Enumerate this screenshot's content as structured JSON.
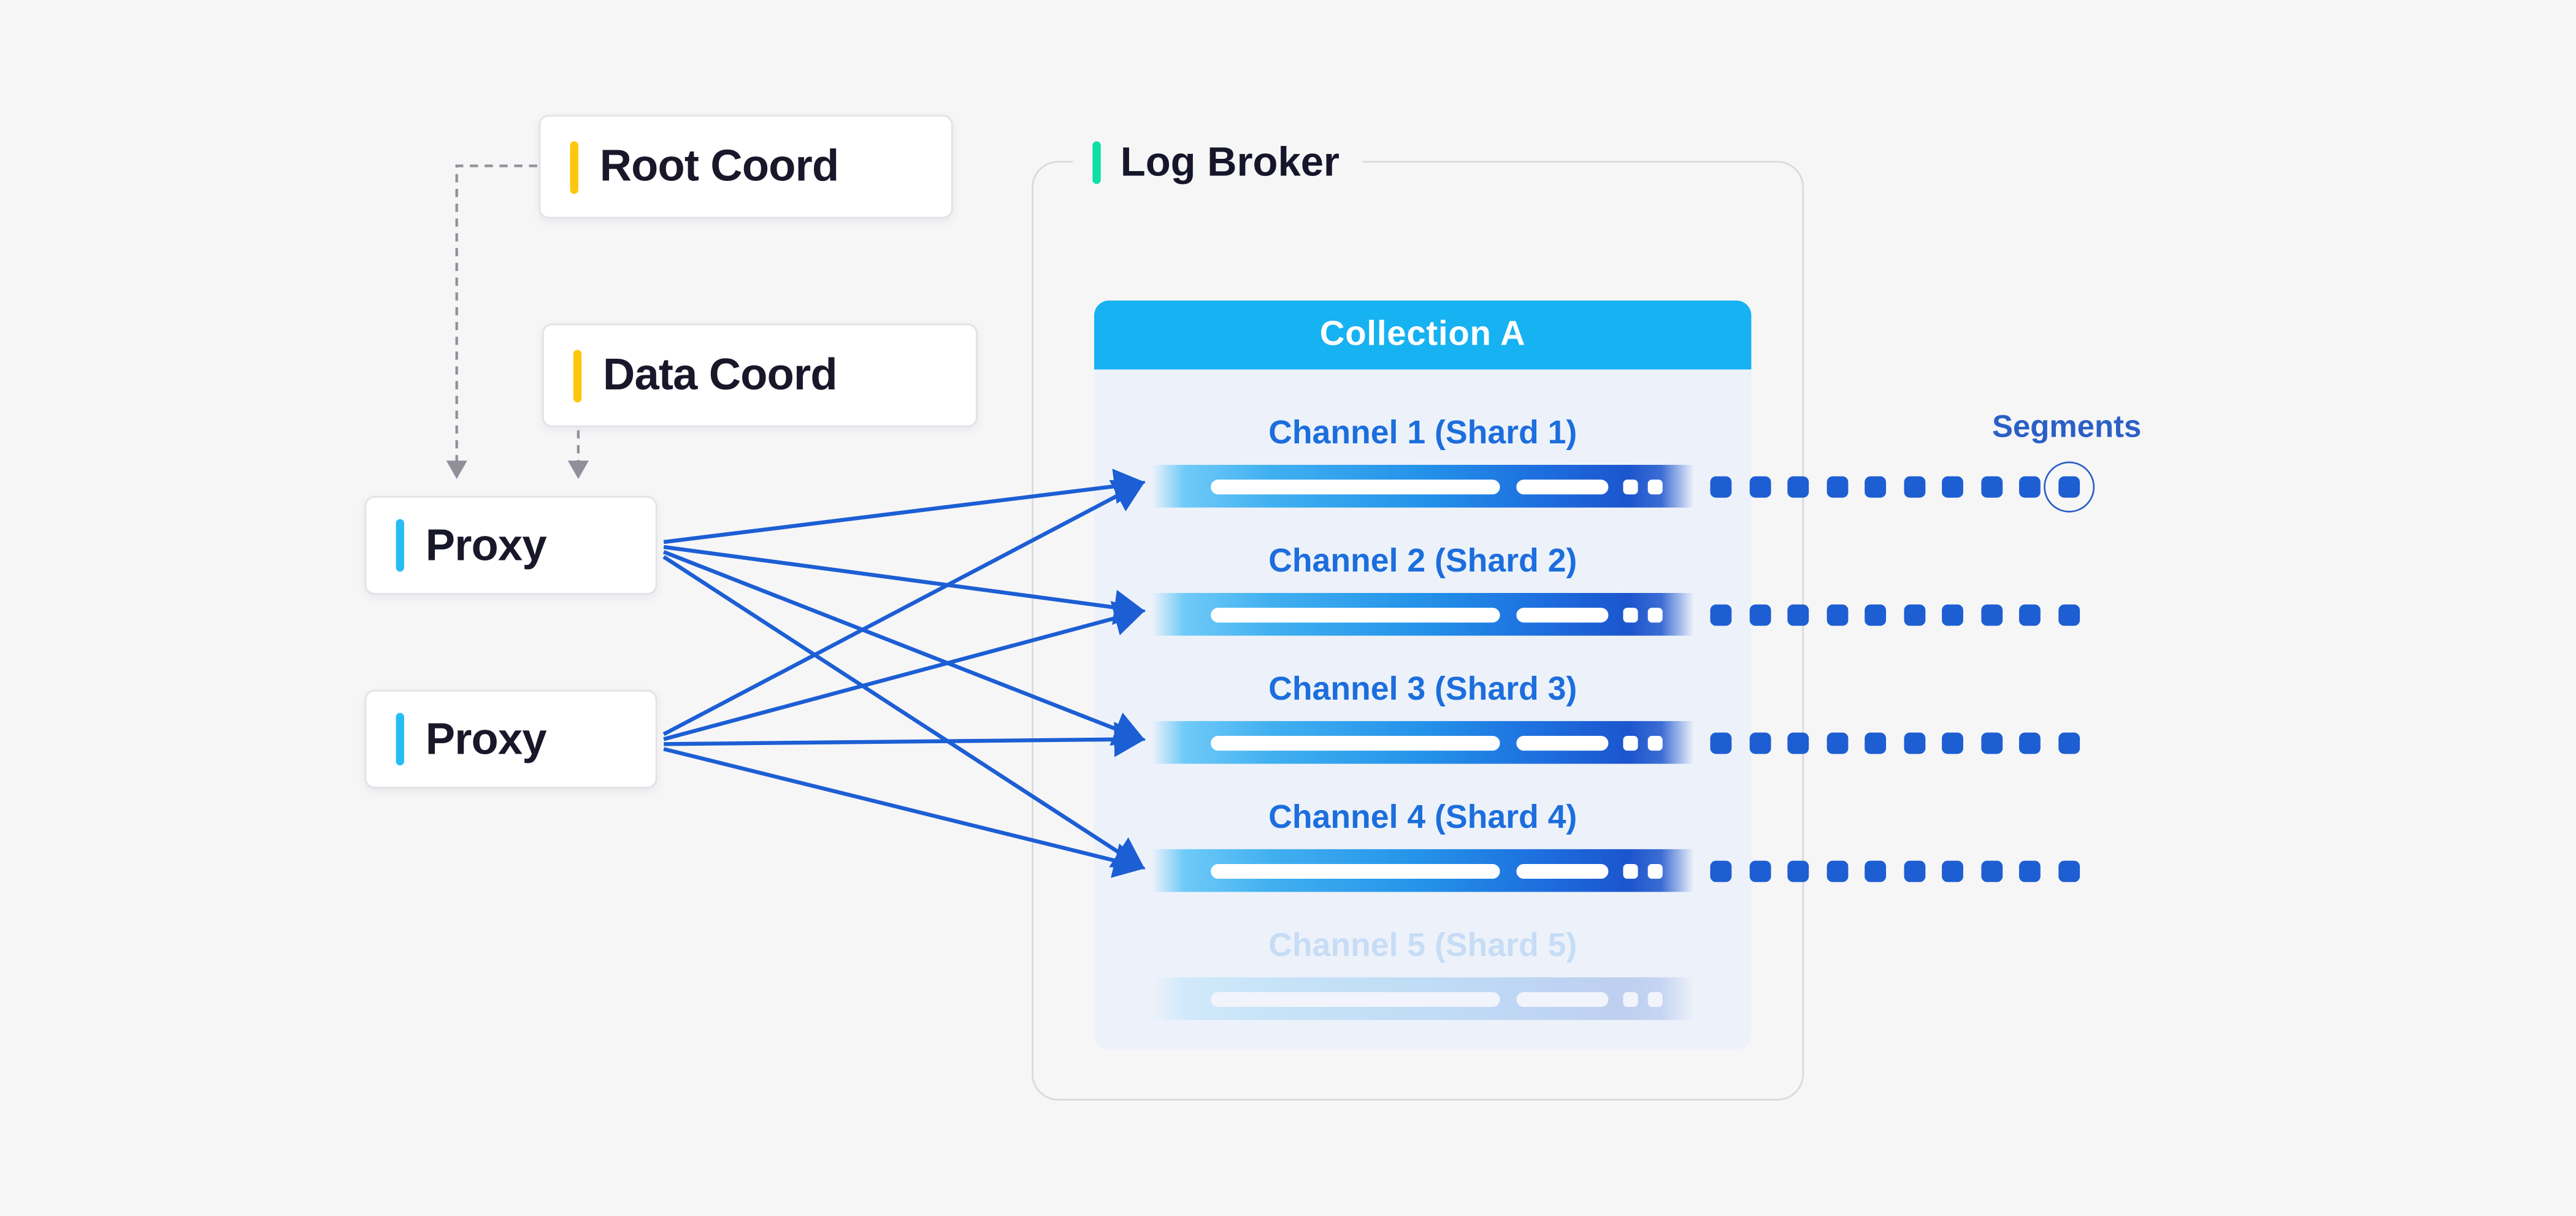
{
  "page": {
    "background": "#f6f6f7"
  },
  "nodes": {
    "root_coord": {
      "label": "Root Coord",
      "accent": "#ffc60b"
    },
    "data_coord": {
      "label": "Data Coord",
      "accent": "#ffc60b"
    },
    "proxy_1": {
      "label": "Proxy",
      "accent": "#27bdf4"
    },
    "proxy_2": {
      "label": "Proxy",
      "accent": "#27bdf4"
    }
  },
  "log_broker": {
    "title": "Log Broker",
    "accent": "#0ce0a6",
    "collection": {
      "title": "Collection A",
      "header_color": "#16b2f2"
    },
    "segments_label": "Segments",
    "channels": [
      {
        "label": "Channel 1 (Shard 1)",
        "segment_count": 10,
        "circle_last_segment": true,
        "faded": false
      },
      {
        "label": "Channel 2 (Shard 2)",
        "segment_count": 10,
        "circle_last_segment": false,
        "faded": false
      },
      {
        "label": "Channel 3 (Shard 3)",
        "segment_count": 10,
        "circle_last_segment": false,
        "faded": false
      },
      {
        "label": "Channel 4 (Shard 4)",
        "segment_count": 10,
        "circle_last_segment": false,
        "faded": false
      },
      {
        "label": "Channel 5 (Shard 5)",
        "segment_count": 0,
        "circle_last_segment": false,
        "faded": true
      }
    ]
  },
  "colors": {
    "segment_dot": "#1d5ed2",
    "segments_label_blue": "#2a5fc6",
    "channel_title_blue": "#1c6edd",
    "arrow_blue": "#1c5ed4",
    "dashed_arrow_gray": "#90909a"
  }
}
